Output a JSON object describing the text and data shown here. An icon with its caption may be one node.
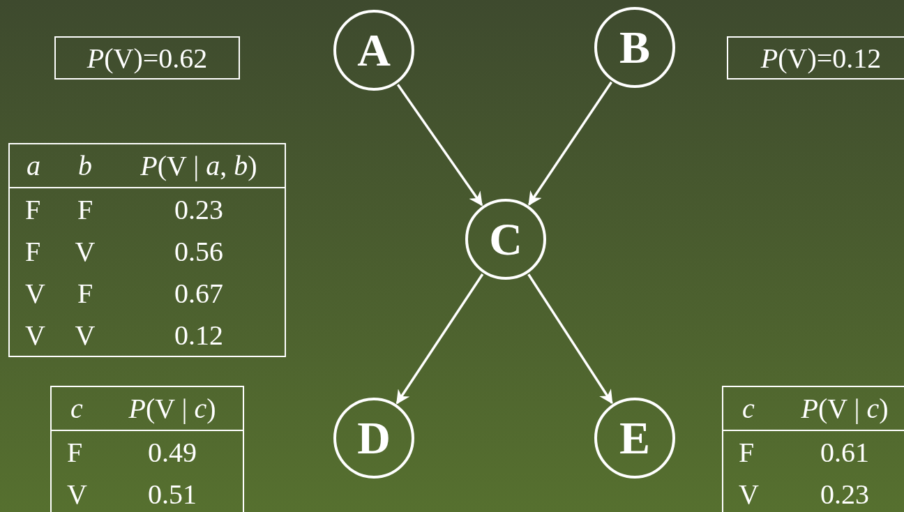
{
  "diagram": {
    "nodes": [
      {
        "text": [
          "*P*(V)=0.62"
        ]
      },
      {
        "text": [
          "A"
        ]
      },
      {
        "text": [
          "B"
        ]
      },
      {
        "text": [
          "*P*(V)=0.12"
        ]
      },
      {
        "text": [
          "a",
          "b",
          "*P*(V | *a*, *b*)",
          "F",
          "F",
          "0.23",
          "F",
          "V",
          "0.56",
          "V",
          "F",
          "0.67",
          "V",
          "V",
          "0.12"
        ]
      },
      {
        "text": [
          "C"
        ]
      },
      {
        "text": [
          "c",
          "*P*(V | *c*)",
          "F",
          "0.49",
          "V",
          "0.51"
        ]
      },
      {
        "text": [
          "D"
        ]
      },
      {
        "text": [
          "E"
        ]
      },
      {
        "text": [
          "c",
          "*P*(V | *c*)",
          "F",
          "0.61",
          "V",
          "0.23"
        ]
      }
    ],
    "edges": [
      {
        "from": 1,
        "to": 5,
        "arrow": "to"
      },
      {
        "from": 2,
        "to": 5,
        "arrow": "to"
      },
      {
        "from": 5,
        "to": 7,
        "arrow": "to"
      },
      {
        "from": 5,
        "to": 8,
        "arrow": "to"
      }
    ]
  }
}
